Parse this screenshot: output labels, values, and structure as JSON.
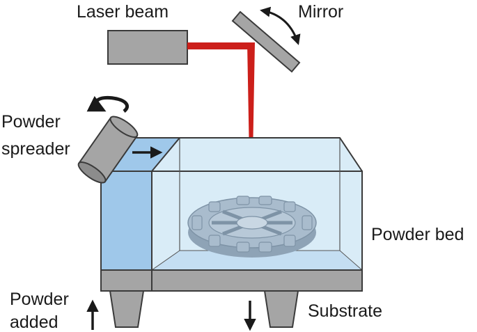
{
  "labels": {
    "laser_beam": "Laser beam",
    "mirror": "Mirror",
    "powder_spreader_line1": "Powder",
    "powder_spreader_line2": "spreader",
    "powder_bed": "Powder bed",
    "powder_added_line1": "Powder",
    "powder_added_line2": "added",
    "substrate": "Substrate"
  },
  "colors": {
    "laser": "#cc1f1a",
    "machine_gray": "#a5a5a5",
    "outline": "#3a3a3a",
    "feed_chamber": "#9fc8ea",
    "build_chamber": "#d9ecf7",
    "powder_surface": "#c4def2",
    "part": "#9fb3c5",
    "arrow": "#1a1a1a"
  }
}
